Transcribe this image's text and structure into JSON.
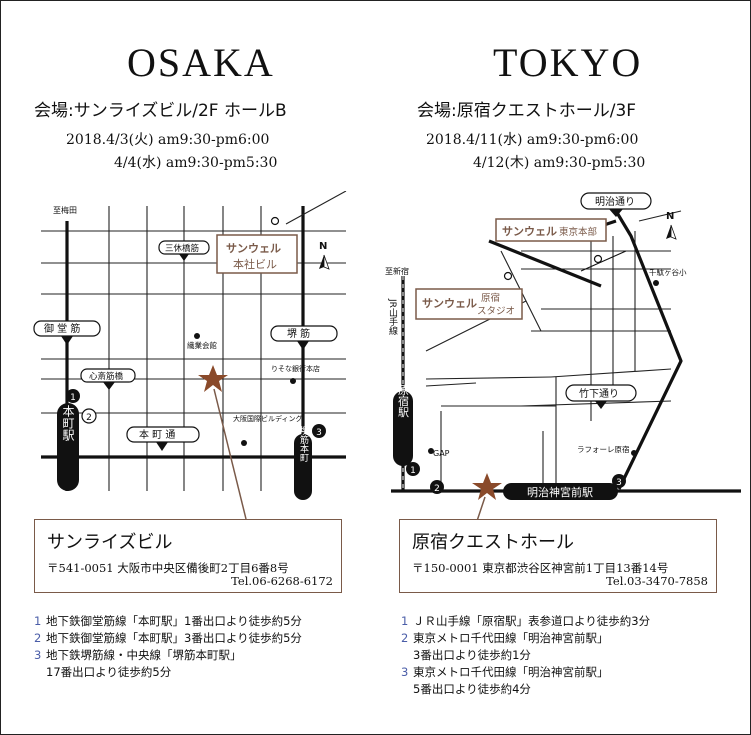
{
  "osaka": {
    "city": "OSAKA",
    "venue": "会場:サンライズビル/2F ホールB",
    "date1": "2018.4/3(火) am9:30-pm6:00",
    "date2": "4/4(水) am9:30-pm5:30",
    "map": {
      "north": "N",
      "to_umeda": "至梅田",
      "sanwell_brand": "サンウェル",
      "sanwell_sub": "本社ビル",
      "sankyubashi": "三休橋筋",
      "midosuji": "御 堂 筋",
      "sakaisuji": "堺 筋",
      "shinsaibashi": "心斎筋橋",
      "honmachi_dori": "本 町 通",
      "honmachi_station": "本町駅",
      "sakaisuji_honmachi": "堺筋本町",
      "senba_kaikan": "繊業会館",
      "resona": "りそな銀行本店",
      "osaka_kokusai": "大阪国際ビルディング",
      "exit1": "1",
      "exit2": "2",
      "exit3": "3"
    },
    "address": {
      "name": "サンライズビル",
      "line": "〒541-0051 大阪市中央区備後町2丁目6番8号",
      "tel": "Tel.06-6268-6172"
    },
    "routes": [
      {
        "num": "1",
        "text": "地下鉄御堂筋線「本町駅」1番出口より徒歩約5分"
      },
      {
        "num": "2",
        "text": "地下鉄御堂筋線「本町駅」3番出口より徒歩約5分"
      },
      {
        "num": "3",
        "text": "地下鉄堺筋線・中央線「堺筋本町駅」",
        "text2": "17番出口より徒歩約5分"
      }
    ]
  },
  "tokyo": {
    "city": "TOKYO",
    "venue": "会場:原宿クエストホール/3F",
    "date1": "2018.4/11(水) am9:30-pm6:00",
    "date2": "4/12(木) am9:30-pm5:30",
    "map": {
      "north": "N",
      "to_shinjuku": "至新宿",
      "meiji_dori": "明治通り",
      "sanwell_brand": "サンウェル",
      "sanwell_hq": "東京本部",
      "sanwell_studio_brand": "サンウェル",
      "studio_top": "原宿",
      "studio_bottom": "スタジオ",
      "sendagaya": "千駄ヶ谷小",
      "yamanote": "JR山手線",
      "harajuku_station": "原宿駅",
      "takeshita": "竹下通り",
      "laforet": "ラフォーレ原宿",
      "gap": "GAP",
      "meiji_jingumae": "明治神宮前駅",
      "exit1": "1",
      "exit2": "2",
      "exit3": "3"
    },
    "address": {
      "name": "原宿クエストホール",
      "line": "〒150-0001 東京都渋谷区神宮前1丁目13番14号",
      "tel": "Tel.03-3470-7858"
    },
    "routes": [
      {
        "num": "1",
        "text": "ＪＲ山手線「原宿駅」表参道口より徒歩約3分"
      },
      {
        "num": "2",
        "text": "東京メトロ千代田線「明治神宮前駅」",
        "text2": "3番出口より徒歩約1分"
      },
      {
        "num": "3",
        "text": "東京メトロ千代田線「明治神宮前駅」",
        "text2": "5番出口より徒歩約4分"
      }
    ]
  },
  "colors": {
    "brown": "#7a5a49",
    "star": "#8a4a2a",
    "blue_num": "#4a5da8"
  }
}
